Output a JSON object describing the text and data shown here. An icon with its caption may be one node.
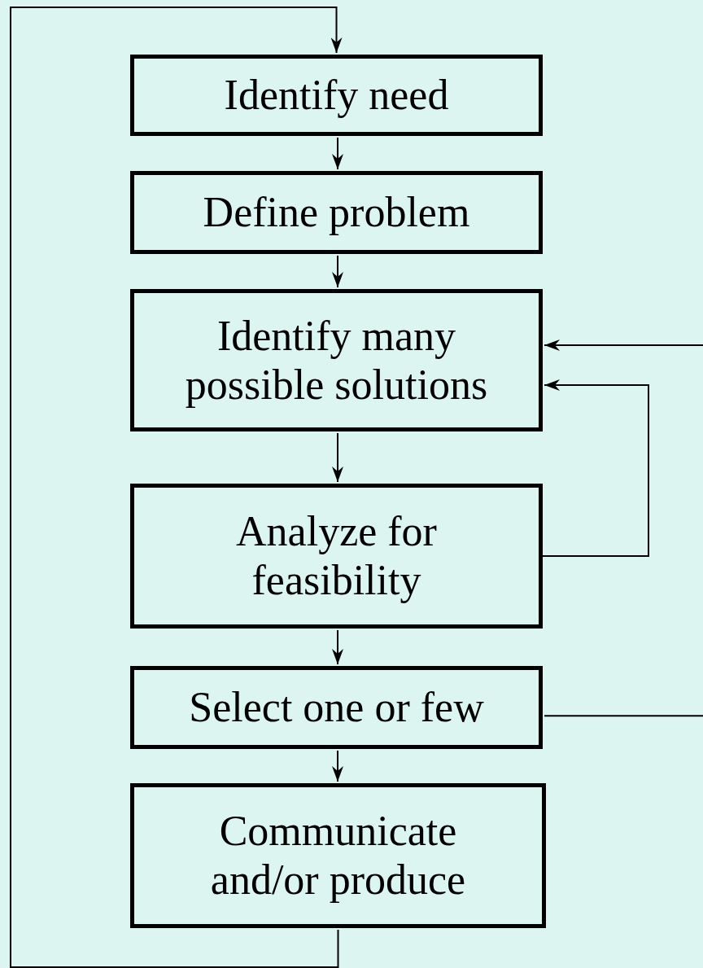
{
  "diagram": {
    "nodes": [
      {
        "text": [
          "Identify need"
        ]
      },
      {
        "text": [
          "Define problem"
        ]
      },
      {
        "text": [
          "Identify many possible solutions"
        ]
      },
      {
        "text": [
          "Analyze for feasibility"
        ]
      },
      {
        "text": [
          "Select one or few"
        ]
      },
      {
        "text": [
          "Communicate and/or produce"
        ]
      }
    ],
    "edges": [
      {
        "from": 0,
        "to": 1,
        "arrow": "to"
      },
      {
        "from": 1,
        "to": 2,
        "arrow": "to"
      },
      {
        "from": 2,
        "to": 3,
        "arrow": "to"
      },
      {
        "from": 3,
        "to": 4,
        "arrow": "to"
      },
      {
        "from": 4,
        "to": 5,
        "arrow": "to"
      },
      {
        "from": 3,
        "to": 2,
        "arrow": "to"
      },
      {
        "from": null,
        "to": 2,
        "arrow": "to"
      },
      {
        "from": 4,
        "to": null,
        "arrow": "none"
      },
      {
        "from": 5,
        "to": 0,
        "arrow": "to"
      }
    ]
  }
}
